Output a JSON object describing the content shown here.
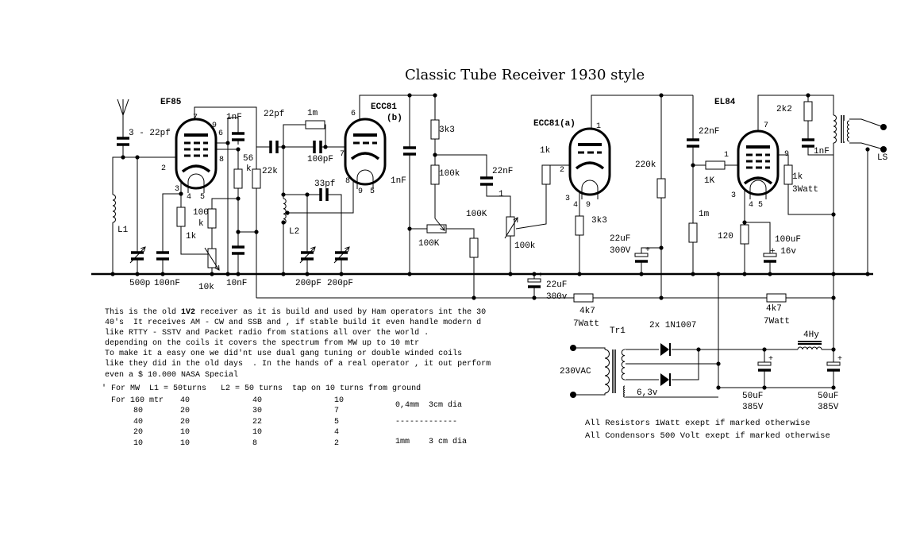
{
  "title": "Classic Tube Receiver 1930 style",
  "tubes": {
    "ef85": "EF85",
    "ecc81b": "ECC81",
    "ecc81b_unit": "(b)",
    "ecc81a": "ECC81(a)",
    "el84": "EL84"
  },
  "labels": [
    "3 - 22pf",
    "L1",
    "500p",
    "100nF",
    "10k",
    "10nF",
    "1nF",
    "56",
    "k",
    "22k",
    "100",
    "k",
    "1k",
    "22pf",
    "1m",
    "100pF",
    "33pf",
    "L2",
    "200pF",
    "200pF",
    "1nF",
    "3k3",
    "100k",
    "100K",
    "100K",
    "22nF",
    "1",
    "100k",
    "1k",
    "3k3",
    "220k",
    "22uF",
    "300V",
    "22nF",
    "1K",
    "1m",
    "120",
    "100uF",
    "+ 16v",
    "2k2",
    "1nF",
    "1k",
    "3Watt",
    "LS",
    "22uF",
    "300v",
    "4k7",
    "7Watt",
    "4k7",
    "7Watt",
    "Tr1",
    "2x 1N1007",
    "4Hy",
    "230VAC",
    "6,3v",
    "50uF",
    "385V",
    "50uF",
    "385V"
  ],
  "pins": [
    "7",
    "9",
    "6",
    "2",
    "8",
    "3",
    "4",
    "5",
    "6",
    "7",
    "8",
    "9",
    "5",
    "1",
    "2",
    "3",
    "4",
    "9",
    "7",
    "1",
    "9",
    "3",
    "4 5"
  ],
  "description": {
    "line1_pre": "This is the old ",
    "line1_bold": "1V2",
    "line1_post": " receiver as it is build and used by Ham operators int the 30",
    "lines": [
      "40's  It receives AM - CW and SSB and , if stable build it even handle modern d",
      "like RTTY - SSTV and Packet radio from stations all over the world .",
      "depending on the coils it covers the spectrum from MW up to 10 mtr",
      "To make it a easy one we did'nt use dual gang tuning or double winded coils",
      "like they did in the old days  . In the hands of a real operator , it out perform",
      "even a $ 10.000 NASA Special"
    ]
  },
  "coil_table": {
    "header": "' For MW  L1 = 50turns   L2 = 50 turns  tap on 10 turns from ground",
    "rows": [
      [
        "For 160 mtr",
        "40",
        "40",
        "10"
      ],
      [
        "80",
        "20",
        "30",
        "7"
      ],
      [
        "40",
        "20",
        "22",
        "5"
      ],
      [
        "20",
        "10",
        "10",
        "4"
      ],
      [
        "10",
        "10",
        "8",
        "2"
      ]
    ],
    "wire_notes": [
      "0,4mm  3cm dia",
      "-------------",
      "1mm    3 cm dia"
    ]
  },
  "notes": [
    "All Resistors 1Watt exept if marked otherwise",
    "All Condensors 500 Volt exept if marked otherwise"
  ]
}
